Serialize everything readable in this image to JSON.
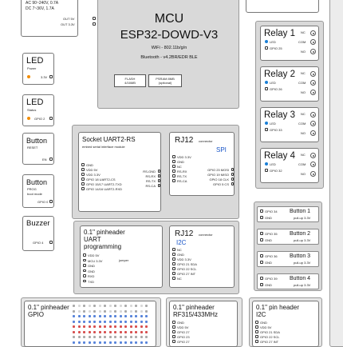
{
  "power": {
    "line1": "AC 90~240V, 0.7A",
    "line2": "DC 7~36V, 1.7A",
    "out5": "OUT 5V",
    "out33": "OUT 3.3V"
  },
  "mcu": {
    "title": "MCU",
    "chip": "ESP32-DOWD-V3",
    "wifi": "WiFi - 802.11b/g/n",
    "bt": "Bluetooth - v4.2BR/EDR BLE",
    "flash": "FLASH\n4/16MB",
    "psram": "PSRAM 8MB\n(optional)"
  },
  "led_power": {
    "title": "LED",
    "sub": "Power",
    "pin": "3.3V"
  },
  "led_status": {
    "title": "LED",
    "sub": "Status",
    "pin": "GPIO 2"
  },
  "btn_reset": {
    "title": "Button",
    "sub": "RESET",
    "pin": "EN"
  },
  "btn_prog": {
    "title": "Button",
    "sub": "PROG",
    "sub2": "boot mode",
    "pin": "GPIO 0"
  },
  "buzzer": {
    "title": "Buzzer",
    "pin": "GPIO 4"
  },
  "relays": [
    {
      "title": "Relay 1",
      "led": "LED",
      "gpio": "GPIO 25",
      "nc": "NC",
      "com": "COM",
      "no": "NO"
    },
    {
      "title": "Relay 2",
      "led": "LED",
      "gpio": "GPIO 26",
      "nc": "NC",
      "com": "COM",
      "no": "NO"
    },
    {
      "title": "Relay 3",
      "led": "LED",
      "gpio": "GPIO 33",
      "nc": "NC",
      "com": "COM",
      "no": "NO"
    },
    {
      "title": "Relay 4",
      "led": "LED",
      "gpio": "GPIO 32",
      "nc": "NC",
      "com": "COM",
      "no": "NO"
    }
  ],
  "buttons": [
    {
      "gpio": "GPIO 34",
      "title": "Button 1",
      "pull": "pull-up 3.3V"
    },
    {
      "gpio": "GPIO 35",
      "title": "Button 2",
      "pull": "pull-up 3.3V"
    },
    {
      "gpio": "GPIO 36",
      "title": "Button 3",
      "pull": "pull-up 3.3V"
    },
    {
      "gpio": "GPIO 39",
      "title": "Button 4",
      "pull": "pull-up 3.3V"
    }
  ],
  "socket_uart": {
    "title": "Socket UART2-RS",
    "sub": "embed serial interface module",
    "left": [
      "GND",
      "VDD 5V",
      "VDD 3.3V",
      "GPIO 18 UART2-CS",
      "GPIO 15/17 UART2-TXD",
      "GPIO 14/16 UART2-RXD"
    ],
    "right": [
      "RS-GND",
      "RS-RX",
      "RS-TX",
      "RS-CA"
    ]
  },
  "rj12_spi": {
    "title": "RJ12",
    "conn": "connector",
    "proto": "SPI",
    "left": [
      "VDD 3.3V",
      "GND",
      "NC",
      "RS-RX",
      "RS-TX",
      "RS-CA"
    ],
    "right": [
      "GPIO 23 MOSI",
      "GPIO 19 MISO",
      "GPIO 18 CLK",
      "GPIO 5 CS"
    ]
  },
  "uart_header": {
    "title": "0.1\" pinheader",
    "l2": "UART",
    "l3": "programming",
    "pins": [
      "VDD 5V",
      "MCU 3.3V",
      "GND",
      "GND",
      "RXD",
      "TXD"
    ],
    "jumper": "jumper"
  },
  "rj12_i2c": {
    "title": "RJ12",
    "conn": "connector",
    "proto": "I2C",
    "pins": [
      "NC",
      "GND",
      "VDD 3.3V",
      "GPIO 21 SDA",
      "GPIO 22 SCL",
      "GPIO 27 INT",
      "NC"
    ]
  },
  "gpio_header": {
    "title": "0.1\" pinheader",
    "sub": "GPIO"
  },
  "rf_header": {
    "title": "0.1\" pinheader",
    "sub": "RF315/433MHz",
    "pins": [
      "GND",
      "VDD 5V",
      "GPIO 27",
      "GPIO 23",
      "GPIO 27"
    ]
  },
  "i2c_header": {
    "title": "0.1\" pin header",
    "sub": "I2C",
    "pins": [
      "GND",
      "VDD 5V",
      "GPIO 21 SDA",
      "GPIO 22 SCL",
      "GPIO 27 INT"
    ]
  }
}
